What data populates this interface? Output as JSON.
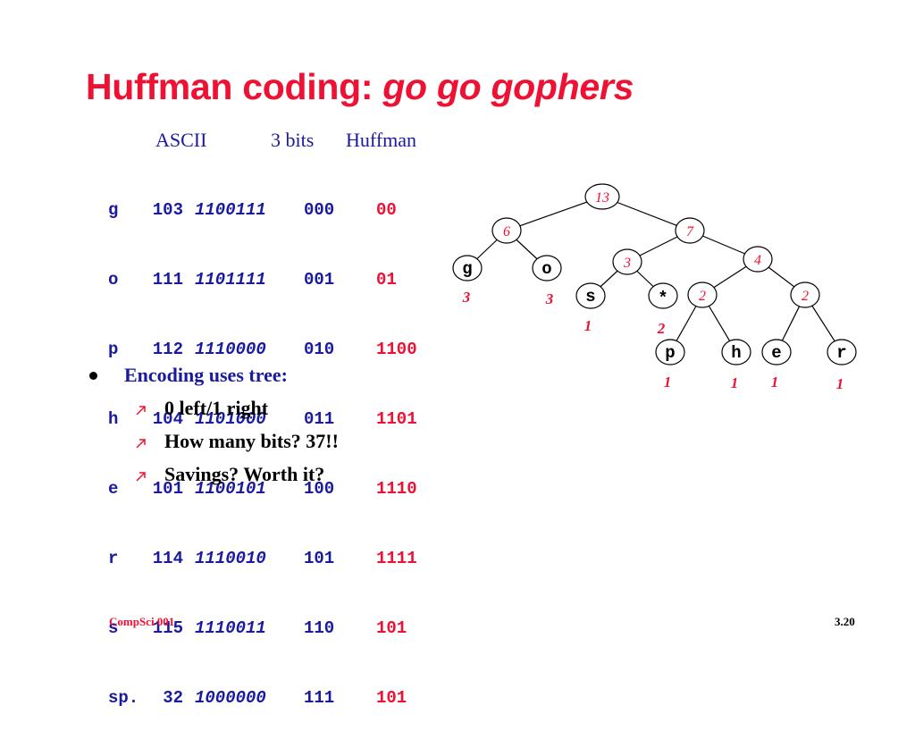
{
  "title": {
    "main": "Huffman coding:",
    "italic": "go go gophers"
  },
  "table": {
    "headers": {
      "ascii": "ASCII",
      "three_bits": "3 bits",
      "huffman": "Huffman"
    },
    "rows": [
      {
        "char": "g",
        "ascii": "103",
        "binary": "1100111",
        "three_bits": "000",
        "huffman": "00"
      },
      {
        "char": "o",
        "ascii": "111",
        "binary": "1101111",
        "three_bits": "001",
        "huffman": "01"
      },
      {
        "char": "p",
        "ascii": "112",
        "binary": "1110000",
        "three_bits": "010",
        "huffman": "1100"
      },
      {
        "char": "h",
        "ascii": "104",
        "binary": "1101000",
        "three_bits": "011",
        "huffman": "1101"
      },
      {
        "char": "e",
        "ascii": "101",
        "binary": "1100101",
        "three_bits": "100",
        "huffman": "1110"
      },
      {
        "char": "r",
        "ascii": "114",
        "binary": "1110010",
        "three_bits": "101",
        "huffman": "1111"
      },
      {
        "char": "s",
        "ascii": "115",
        "binary": "1110011",
        "three_bits": "110",
        "huffman": "101"
      },
      {
        "char": "sp.",
        "ascii": "32",
        "binary": "1000000",
        "three_bits": "111",
        "huffman": "101"
      }
    ]
  },
  "bullets": {
    "main": "Encoding uses tree:",
    "subs": [
      "0 left/1 right",
      "How many bits? 37!!",
      "Savings? Worth it?"
    ]
  },
  "tree": {
    "internal": [
      "13",
      "6",
      "7",
      "3",
      "4",
      "2",
      "2"
    ],
    "leaves": [
      {
        "char": "g",
        "weight": "3"
      },
      {
        "char": "o",
        "weight": "3"
      },
      {
        "char": "s",
        "weight": "1"
      },
      {
        "char": "*",
        "weight": "2"
      },
      {
        "char": "p",
        "weight": "1"
      },
      {
        "char": "h",
        "weight": "1"
      },
      {
        "char": "e",
        "weight": "1"
      },
      {
        "char": "r",
        "weight": "1"
      }
    ]
  },
  "footer": {
    "left": "CompSci 001",
    "right": "3.20"
  },
  "colors": {
    "red": "#ee1133",
    "blue": "#1a1aa0",
    "black": "#000000"
  },
  "icons": {
    "bullet": "bullet-dot",
    "sub_bullet": "arrow-up-right-icon"
  }
}
